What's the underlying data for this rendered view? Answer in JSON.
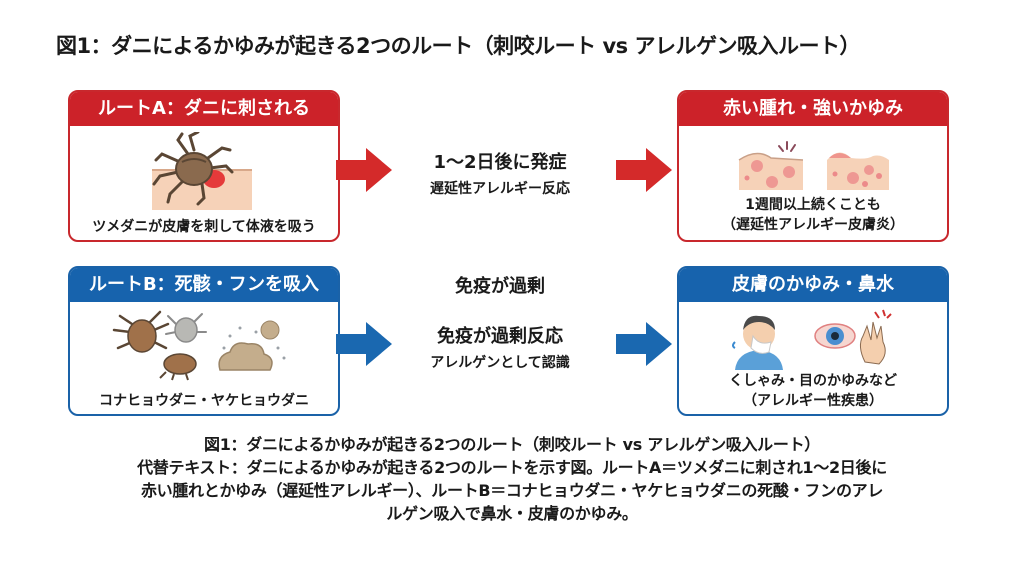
{
  "title": "図1：ダニによるかゆみが起きる2つのルート（刺咬ルート vs アレルゲン吸入ルート）",
  "route_a": {
    "header": "ルートA：ダニに刺される",
    "caption": "ツメダニが皮膚を刺して体液を吸う",
    "middle_main": "1〜2日後に発症",
    "middle_sub": "遅延性アレルギー反応",
    "result_header": "赤い腫れ・強いかゆみ",
    "result_caption_1": "1週間以上続くことも",
    "result_caption_2": "（遅延性アレルギー皮膚炎）",
    "color": "#cc2229"
  },
  "route_b": {
    "header": "ルートB：死骸・フンを吸入",
    "caption": "コナヒョウダニ・ヤケヒョウダニ",
    "middle_top": "免疫が過剰",
    "middle_main": "免疫が過剰反応",
    "middle_sub": "アレルゲンとして認識",
    "result_header": "皮膚のかゆみ・鼻水",
    "result_caption_1": "くしゃみ・目のかゆみなど",
    "result_caption_2": "（アレルギー性疾患）",
    "color": "#1763ad"
  },
  "caption": {
    "line1": "図1：ダニによるかゆみが起きる2つのルート（刺咬ルート vs アレルゲン吸入ルート）",
    "line2": "代替テキスト：ダニによるかゆみが起きる2つのルートを示す図。ルートA＝ツメダニに刺され1〜2日後に",
    "line3": "赤い腫れとかゆみ（遅延性アレルギー）、ルートB＝コナヒョウダニ・ヤケヒョウダニの死酸・フンのアレ",
    "line4": "ルゲン吸入で鼻水・皮膚のかゆみ。"
  },
  "icons": {
    "route_a_art": "tick-biting-skin-icon",
    "result_a_art": "swollen-skin-icon",
    "route_b_art": "dust-mites-and-droppings-icon",
    "result_b_art": "sneezing-person-and-itchy-eye-icon"
  }
}
